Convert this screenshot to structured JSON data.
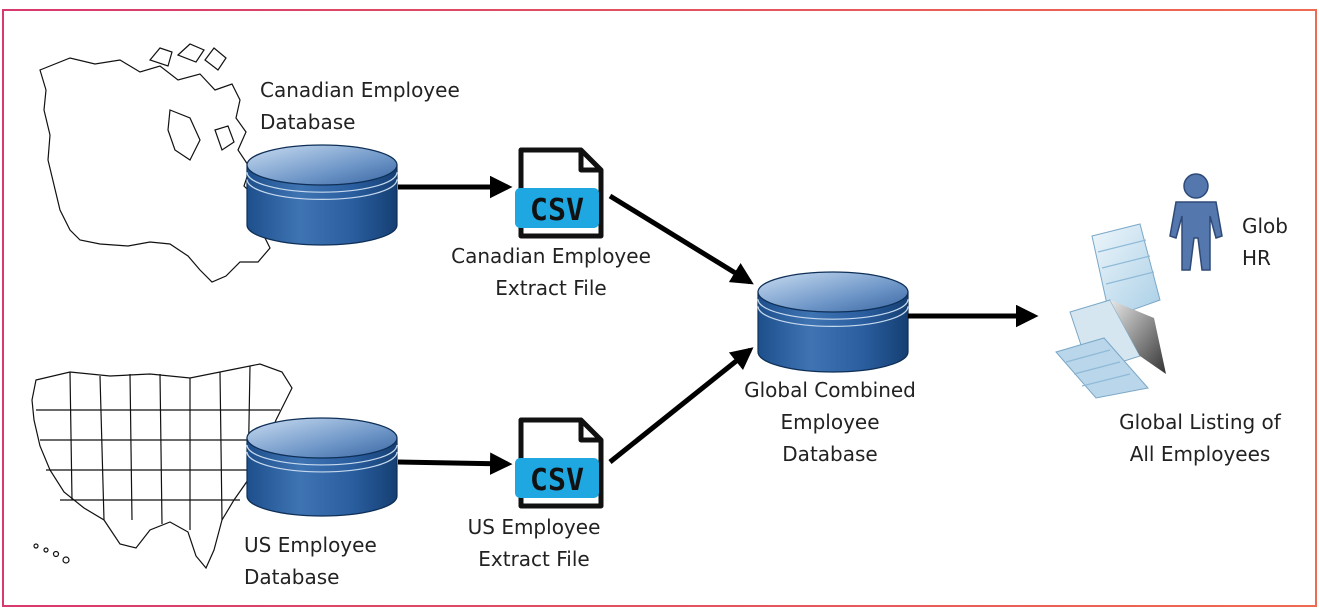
{
  "nodes": {
    "canada_db": {
      "line1": "Canadian Employee",
      "line2": "Database"
    },
    "us_db": {
      "line1": "US Employee",
      "line2": "Database"
    },
    "canada_csv": {
      "icon": "csv-file-icon",
      "text": "CSV",
      "line1": "Canadian Employee",
      "line2": "Extract File"
    },
    "us_csv": {
      "icon": "csv-file-icon",
      "text": "CSV",
      "line1": "US Employee",
      "line2": "Extract File"
    },
    "global_db": {
      "line1": "Global Combined",
      "line2": "Employee",
      "line3": "Database"
    },
    "listing": {
      "icon": "printout-icon",
      "line1": "Global Listing of",
      "line2": "All Employees"
    },
    "hr": {
      "icon": "person-icon",
      "line1": "Glob",
      "line2": "HR"
    }
  },
  "colors": {
    "frame_left": "#d8396e",
    "frame_right": "#ef6a52",
    "db_dark": "#1d4f8c",
    "db_light": "#9fbddf",
    "csv_blue": "#1ea7e1",
    "person": "#5477ad",
    "arrow": "#000000"
  }
}
